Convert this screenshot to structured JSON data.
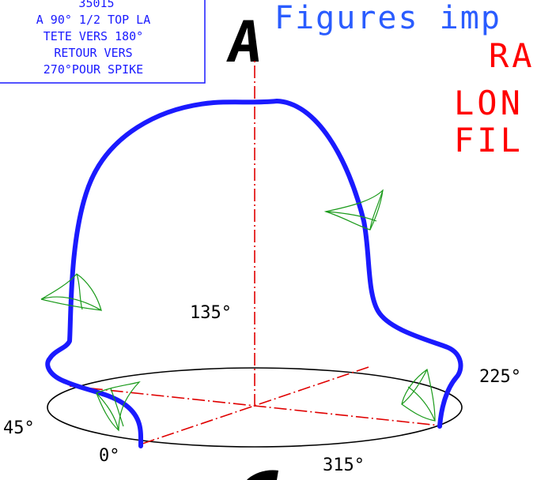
{
  "note": {
    "lines": [
      "35015",
      "A 90° 1/2 TOP LA",
      "TETE VERS 180°",
      "RETOUR VERS",
      "270°POUR SPIKE"
    ]
  },
  "big_letter": "A",
  "title_fragment": "Figures imp",
  "red_labels": [
    "RA",
    "LON",
    "FIL"
  ],
  "angles": {
    "a0": "0°",
    "a45": "45°",
    "a135": "135°",
    "a225": "225°",
    "a315": "315°"
  },
  "colors": {
    "path": "#1a1aff",
    "axes": "#e00000",
    "title": "#2a5cff",
    "red_text": "#ff0000",
    "markers": "#1a9a1a",
    "ink": "#000000"
  }
}
